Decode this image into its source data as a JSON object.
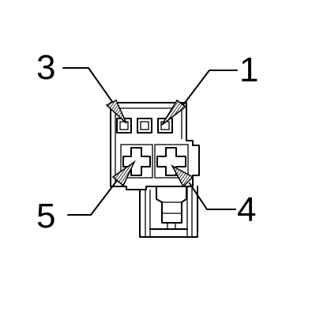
{
  "diagram": {
    "pin_labels": [
      {
        "id": "label-3",
        "text": "3"
      },
      {
        "id": "label-1",
        "text": "1"
      },
      {
        "id": "label-5",
        "text": "5"
      },
      {
        "id": "label-4",
        "text": "4"
      }
    ]
  },
  "colors": {
    "line": "#000000",
    "background": "#ffffff"
  }
}
